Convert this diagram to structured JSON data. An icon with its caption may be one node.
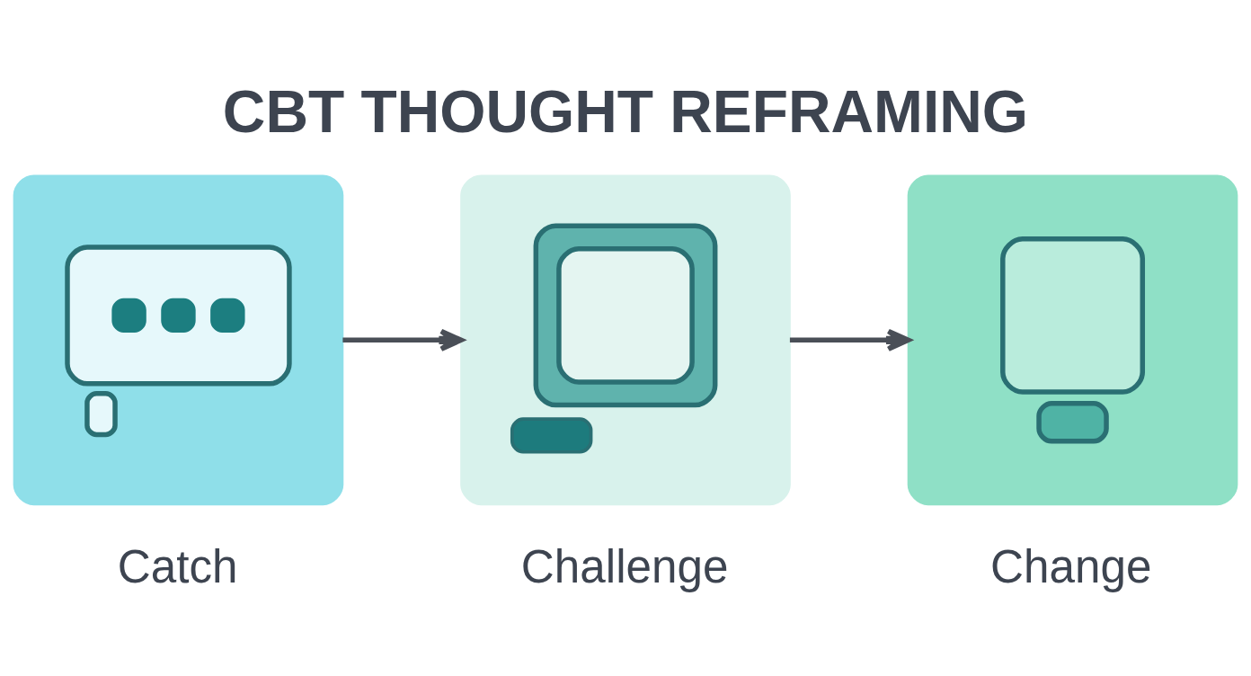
{
  "diagram": {
    "title": "CBT THOUGHT REFRAMING",
    "nodes": [
      {
        "text": [],
        "shape": "picture",
        "beside": [
          "Catch"
        ]
      },
      {
        "text": [],
        "shape": "picture",
        "beside": [
          "Challenge"
        ]
      },
      {
        "text": [],
        "shape": "picture",
        "beside": [
          "Change"
        ]
      }
    ],
    "edges": [
      {
        "from": 0,
        "to": 1,
        "arrow": "to"
      },
      {
        "from": 1,
        "to": 2,
        "arrow": "to"
      }
    ]
  }
}
